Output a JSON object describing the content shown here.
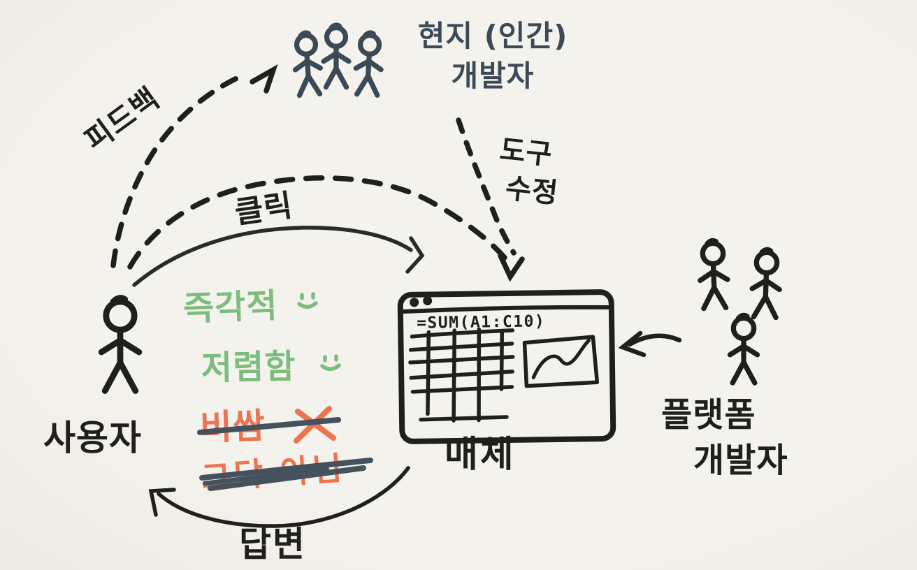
{
  "colors": {
    "background": "#f2f0ea",
    "ink": "#1f201e",
    "slate": "#3c4a57",
    "green": "#7cbd7e",
    "orange": "#ee7350"
  },
  "nodes": {
    "local_developers": {
      "label_line1": "현지 (인간)",
      "label_line2": "개발자",
      "figure_count": 3
    },
    "user": {
      "label": "사용자",
      "figure_count": 1
    },
    "media": {
      "label": "매체",
      "formula": "=SUM(A1:C10)",
      "window_dot_count": 2,
      "has_grid": true,
      "has_line_chart": true
    },
    "platform_developers": {
      "label_line1": "플랫폼",
      "label_line2": "개발자",
      "figure_count": 3
    }
  },
  "edges": {
    "feedback": {
      "label": "피드백",
      "style": "dashed",
      "from": "user",
      "to": "local_developers"
    },
    "user_media_dashed": {
      "label": "",
      "style": "dashed",
      "from": "user",
      "to": "media"
    },
    "click": {
      "label": "클릭",
      "style": "solid",
      "from": "user",
      "to": "media"
    },
    "tool_fix": {
      "label_line1": "도구",
      "label_line2": "수정",
      "style": "dashed",
      "from": "local_developers",
      "to": "media"
    },
    "answer": {
      "label": "답변",
      "style": "solid",
      "from": "media",
      "to": "user"
    },
    "build": {
      "label": "",
      "style": "solid",
      "from": "platform_developers",
      "to": "media"
    }
  },
  "annotations": {
    "pros": [
      {
        "text": "즉각적",
        "icon": "smiley"
      },
      {
        "text": "저렴함",
        "icon": "smiley"
      }
    ],
    "cons": [
      {
        "text": "비쌈",
        "icon": "x-mark",
        "strikethrough": true
      },
      {
        "text": "그닥 아님",
        "icon": "",
        "strikethrough": true
      }
    ]
  }
}
